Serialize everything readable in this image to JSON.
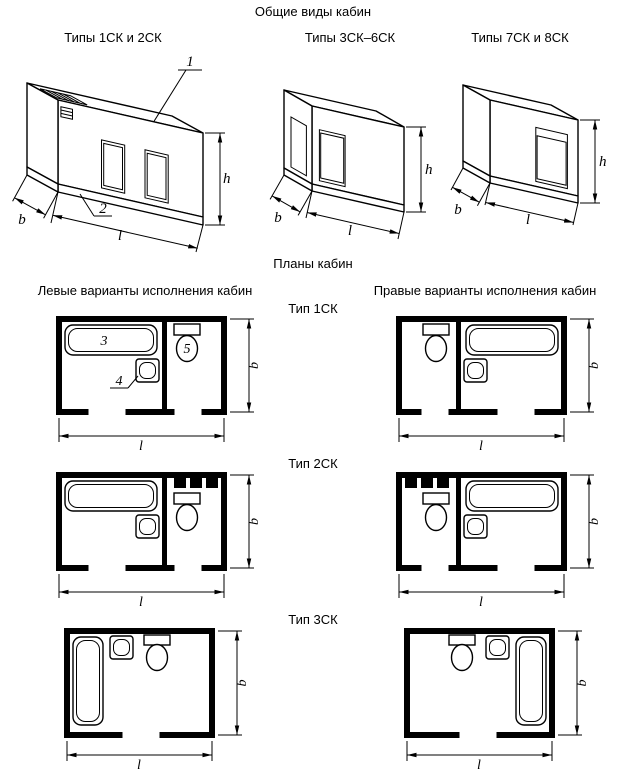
{
  "page": {
    "title": "Общие виды кабин",
    "plans_title": "Планы кабин",
    "left_column_header": "Левые варианты исполнения кабин",
    "right_column_header": "Правые варианты исполнения кабин"
  },
  "general_views": [
    {
      "label": "Типы 1СК и 2СК"
    },
    {
      "label": "Типы 3СК–6СК"
    },
    {
      "label": "Типы 7СК и 8СК"
    }
  ],
  "plan_types": [
    {
      "label": "Тип 1СК"
    },
    {
      "label": "Тип 2СК"
    },
    {
      "label": "Тип 3СК"
    }
  ],
  "dimension_labels": {
    "height": "h",
    "depth": "b",
    "length": "l"
  },
  "callouts": {
    "cabin_body": "1",
    "cabin_base": "2",
    "bathtub": "3",
    "washbasin": "4",
    "toilet": "5"
  },
  "colors": {
    "line": "#000000",
    "background": "#ffffff"
  }
}
